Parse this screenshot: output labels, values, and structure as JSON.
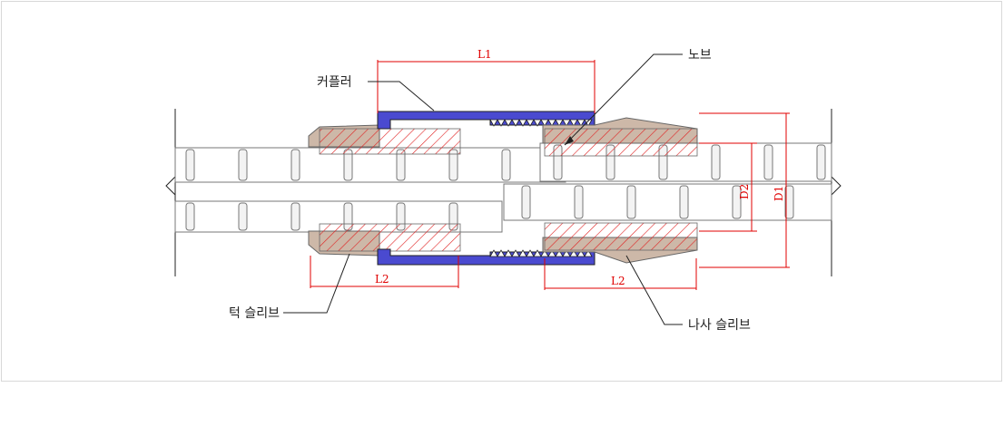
{
  "diagram": {
    "labels": {
      "coupler": "커플러",
      "knob": "노브",
      "taper_sleeve": "턱 슬리브",
      "thread_sleeve": "나사 슬리브"
    },
    "dimensions": {
      "L1": "L1",
      "L2_left": "L2",
      "L2_right": "L2",
      "D1": "D1",
      "D2": "D2"
    },
    "colors": {
      "coupler": "#4a4ad0",
      "sleeve": "#cdb8a8",
      "section_hatch": "#e02020",
      "dimension": "#e00000",
      "outline": "#555555"
    }
  }
}
